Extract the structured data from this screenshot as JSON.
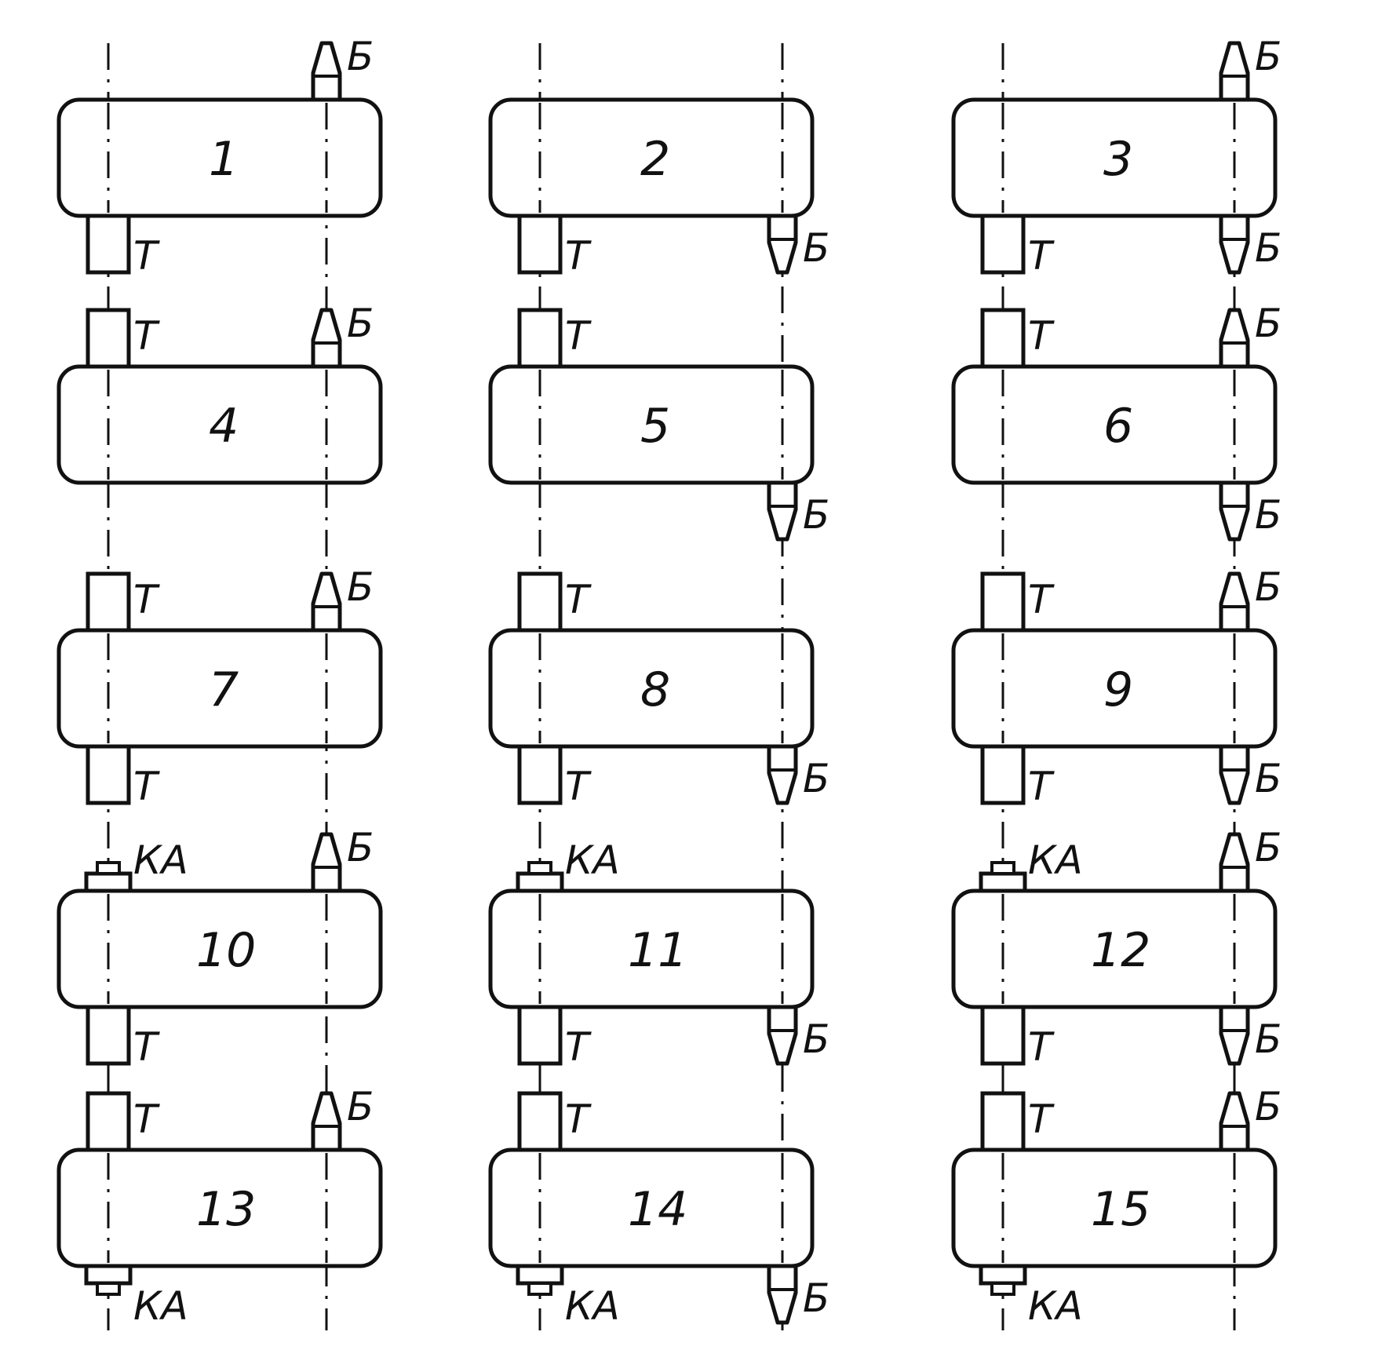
{
  "labels": {
    "shaft": "Т",
    "pinion": "Б",
    "coupling": "КА"
  },
  "colors": {
    "ink": "#111111",
    "paper": "#ffffff"
  },
  "units": [
    {
      "number": "1",
      "top_left": "",
      "top_right": "Б",
      "bottom_left": "Т",
      "bottom_right": ""
    },
    {
      "number": "2",
      "top_left": "",
      "top_right": "",
      "bottom_left": "Т",
      "bottom_right": "Б"
    },
    {
      "number": "3",
      "top_left": "",
      "top_right": "Б",
      "bottom_left": "Т",
      "bottom_right": "Б"
    },
    {
      "number": "4",
      "top_left": "Т",
      "top_right": "Б",
      "bottom_left": "",
      "bottom_right": ""
    },
    {
      "number": "5",
      "top_left": "Т",
      "top_right": "",
      "bottom_left": "",
      "bottom_right": "Б"
    },
    {
      "number": "6",
      "top_left": "Т",
      "top_right": "Б",
      "bottom_left": "",
      "bottom_right": "Б"
    },
    {
      "number": "7",
      "top_left": "Т",
      "top_right": "Б",
      "bottom_left": "Т",
      "bottom_right": ""
    },
    {
      "number": "8",
      "top_left": "Т",
      "top_right": "",
      "bottom_left": "Т",
      "bottom_right": "Б"
    },
    {
      "number": "9",
      "top_left": "Т",
      "top_right": "Б",
      "bottom_left": "Т",
      "bottom_right": "Б"
    },
    {
      "number": "10",
      "top_left": "КА",
      "top_right": "Б",
      "bottom_left": "Т",
      "bottom_right": ""
    },
    {
      "number": "11",
      "top_left": "КА",
      "top_right": "",
      "bottom_left": "Т",
      "bottom_right": "Б"
    },
    {
      "number": "12",
      "top_left": "КА",
      "top_right": "Б",
      "bottom_left": "Т",
      "bottom_right": "Б"
    },
    {
      "number": "13",
      "top_left": "Т",
      "top_right": "Б",
      "bottom_left": "КА",
      "bottom_right": ""
    },
    {
      "number": "14",
      "top_left": "Т",
      "top_right": "",
      "bottom_left": "КА",
      "bottom_right": "Б"
    },
    {
      "number": "15",
      "top_left": "Т",
      "top_right": "Б",
      "bottom_left": "КА",
      "bottom_right": ""
    }
  ]
}
